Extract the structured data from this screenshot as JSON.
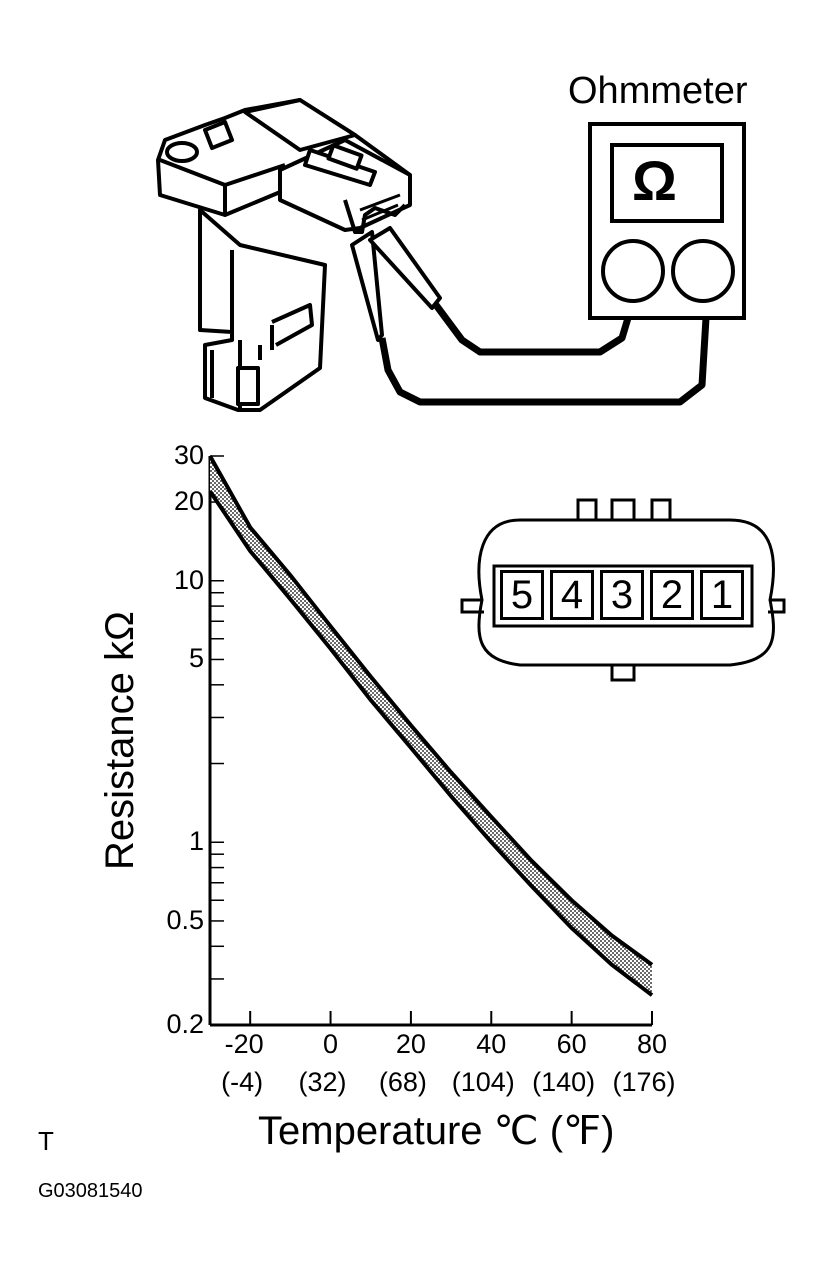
{
  "meter": {
    "title": "Ohmmeter",
    "symbol": "Ω"
  },
  "connector": {
    "terminals": [
      "5",
      "4",
      "3",
      "2",
      "1"
    ]
  },
  "chart_data": {
    "type": "area",
    "ylabel": "Resistance kΩ",
    "xlabel": "Temperature ℃  (℉)",
    "xlim": [
      -30,
      80
    ],
    "ylim": [
      0.2,
      30
    ],
    "y_scale": "log",
    "x_ticks": [
      "-20",
      "0",
      "20",
      "40",
      "60",
      "80"
    ],
    "x_ticks_f": [
      "(-4)",
      "(32)",
      "(68)",
      "(104)",
      "(140)",
      "(176)"
    ],
    "y_ticks": [
      "30",
      "20",
      "10",
      "5",
      "1",
      "0.5",
      "0.2"
    ],
    "band_upper": {
      "x": [
        -30,
        -20,
        -10,
        0,
        10,
        20,
        30,
        40,
        50,
        60,
        70,
        80
      ],
      "y": [
        30,
        16,
        10.5,
        6.7,
        4.3,
        2.8,
        1.85,
        1.25,
        0.85,
        0.6,
        0.44,
        0.34
      ]
    },
    "band_lower": {
      "x": [
        -30,
        -20,
        -10,
        0,
        10,
        20,
        30,
        40,
        50,
        60,
        70,
        80
      ],
      "y": [
        22,
        13,
        8.5,
        5.5,
        3.5,
        2.3,
        1.5,
        1.0,
        0.68,
        0.47,
        0.34,
        0.26
      ]
    }
  },
  "figure": {
    "letter": "T",
    "code": "G03081540"
  }
}
